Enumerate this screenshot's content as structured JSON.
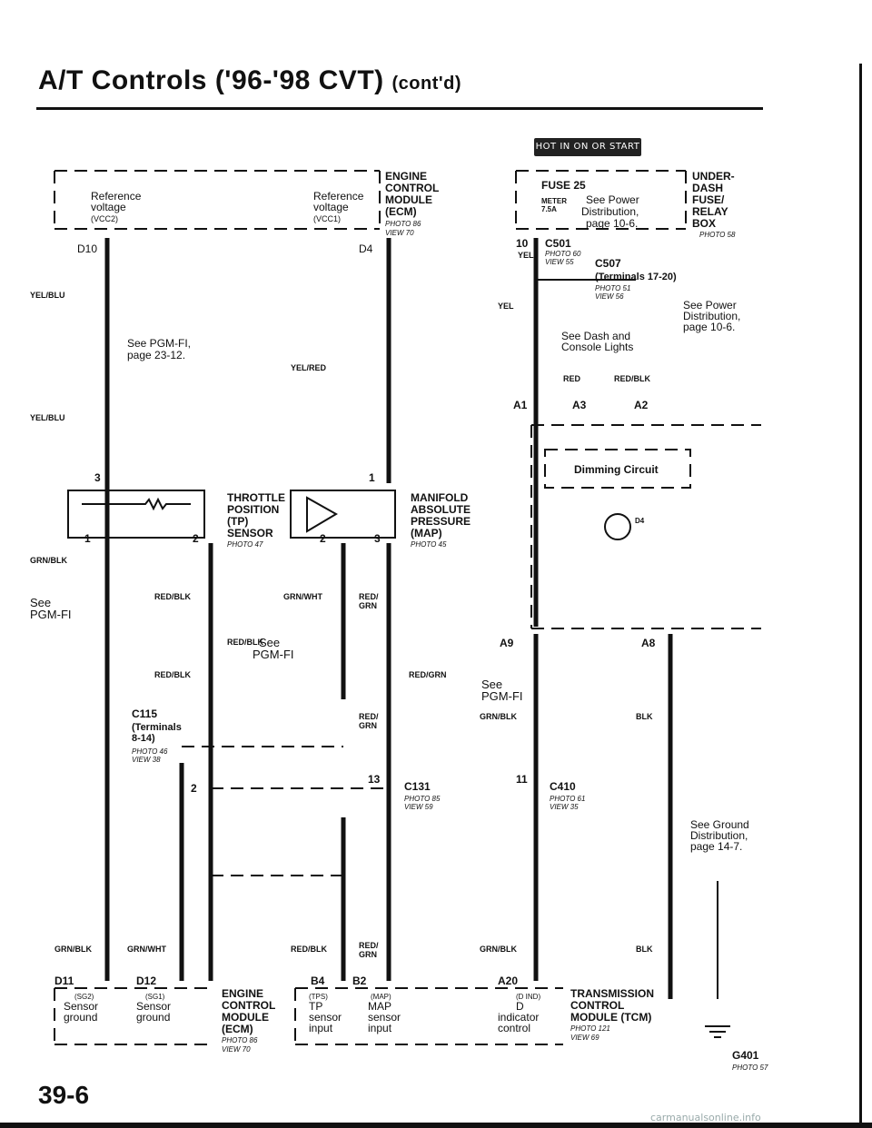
{
  "page": {
    "title_main": "A/T Controls ('96-'98 CVT)",
    "title_suffix": "(cont'd)",
    "hot_banner": "HOT IN ON OR START",
    "page_number": "39-6",
    "watermark": "carmanualsonline.info"
  },
  "components": {
    "ecm_top": {
      "name": [
        "ENGINE",
        "CONTROL",
        "MODULE",
        "(ECM)"
      ],
      "photo": "PHOTO 86",
      "view": "VIEW 70",
      "left_label": [
        "Reference",
        "voltage",
        "(VCC2)"
      ],
      "right_label": [
        "Reference",
        "voltage",
        "(VCC1)"
      ]
    },
    "dash_fuse_box": {
      "name": [
        "UNDER-",
        "DASH",
        "FUSE/",
        "RELAY",
        "BOX"
      ],
      "photo": "PHOTO 58",
      "fuse": "FUSE 25",
      "fuse_meter": "METER",
      "fuse_amp": "7.5A",
      "see": [
        "See Power",
        "Distribution,",
        "page 10-6."
      ]
    },
    "tp_sensor": {
      "name": [
        "THROTTLE",
        "POSITION",
        "(TP)",
        "SENSOR"
      ],
      "photo": "PHOTO 47"
    },
    "map_sensor": {
      "name": [
        "MANIFOLD",
        "ABSOLUTE",
        "PRESSURE",
        "(MAP)"
      ],
      "photo": "PHOTO 45"
    },
    "dimming": "Dimming Circuit",
    "ecm_bottom": {
      "name": [
        "ENGINE",
        "CONTROL",
        "MODULE",
        "(ECM)"
      ],
      "photo": "PHOTO 86",
      "view": "VIEW 70",
      "sg2": [
        "(SG2)",
        "Sensor",
        "ground"
      ],
      "sg1": [
        "(SG1)",
        "Sensor",
        "ground"
      ]
    },
    "tcm": {
      "name": [
        "TRANSMISSION",
        "CONTROL",
        "MODULE (TCM)"
      ],
      "photo": "PHOTO 121",
      "view": "VIEW 69",
      "tps": [
        "(TPS)",
        "TP",
        "sensor",
        "input"
      ],
      "map": [
        "(MAP)",
        "MAP",
        "sensor",
        "input"
      ],
      "dind": [
        "(D IND)",
        "D",
        "indicator",
        "control"
      ]
    }
  },
  "connectors": {
    "c501": {
      "name": "C501",
      "photo": "PHOTO 60",
      "view": "VIEW 55"
    },
    "c507": {
      "name": "C507",
      "terminals": "(Terminals 17-20)",
      "photo": "PHOTO 51",
      "view": "VIEW 56"
    },
    "c115": {
      "name": "C115",
      "terminals": [
        "(Terminals",
        "8-14)"
      ],
      "photo": "PHOTO 46",
      "view": "VIEW 38"
    },
    "c131": {
      "name": "C131",
      "photo": "PHOTO 85",
      "view": "VIEW 59"
    },
    "c410": {
      "name": "C410",
      "photo": "PHOTO 61",
      "view": "VIEW 35"
    },
    "g401": {
      "name": "G401",
      "photo": "PHOTO 57"
    }
  },
  "pins": {
    "d10": "D10",
    "d4": "D4",
    "p3": "3",
    "p1": "1",
    "tp1": "1",
    "tp2": "2",
    "map2": "2",
    "map3": "3",
    "c115_2": "2",
    "c131_13": "13",
    "c410_11": "11",
    "p10": "10",
    "a1": "A1",
    "a3": "A3",
    "a2": "A2",
    "a9": "A9",
    "a8": "A8",
    "d11": "D11",
    "d12": "D12",
    "b4": "B4",
    "b2": "B2",
    "a20": "A20",
    "d4_lamp": "D4"
  },
  "wires": {
    "yel_blu": "YEL/BLU",
    "yel_red": "YEL/RED",
    "grn_blk": "GRN/BLK",
    "red_blk": "RED/BLK",
    "grn_wht": "GRN/WHT",
    "red": "RED/",
    "grn": "GRN",
    "red_grn": "RED/GRN",
    "blk": "BLK",
    "yel": "YEL",
    "red_s": "RED"
  },
  "notes": {
    "pgmfi_page": [
      "See PGM-FI,",
      "page 23-12."
    ],
    "see": "See",
    "pgmfi": "PGM-FI",
    "dash_lights": [
      "See Dash and",
      "Console Lights"
    ],
    "power_dist": [
      "See Power",
      "Distribution,",
      "page 10-6."
    ],
    "ground_dist": [
      "See Ground",
      "Distribution,",
      "page 14-7."
    ]
  }
}
